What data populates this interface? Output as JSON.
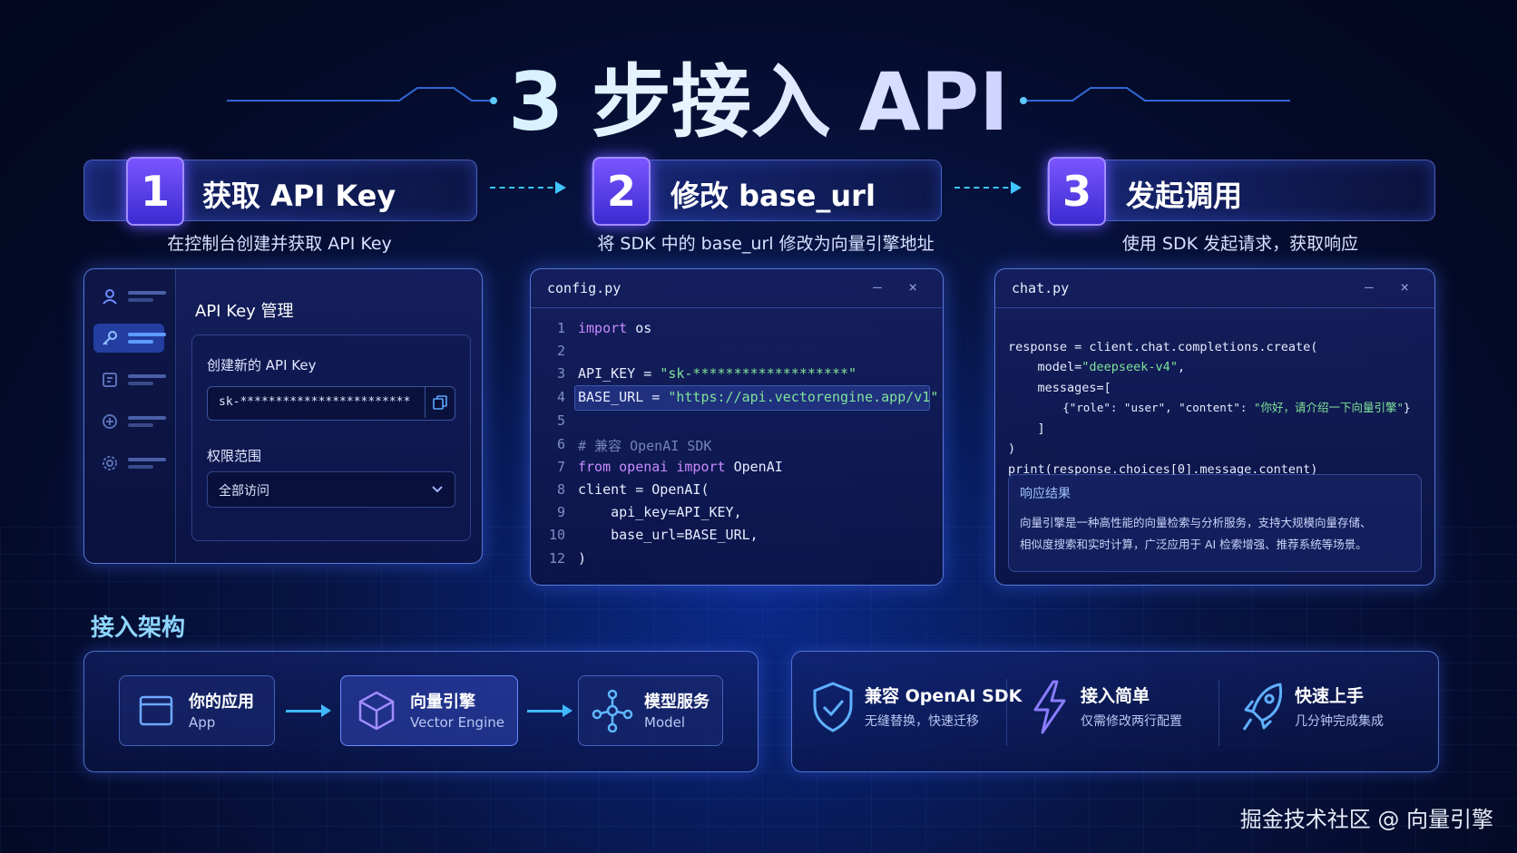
{
  "title": "3 步接入 API",
  "steps": [
    {
      "num": "1",
      "label": "获取 API Key",
      "desc": "在控制台创建并获取 API Key"
    },
    {
      "num": "2",
      "label": "修改 base_url",
      "desc": "将 SDK 中的 base_url 修改为向量引擎地址"
    },
    {
      "num": "3",
      "label": "发起调用",
      "desc": "使用 SDK 发起请求，获取响应"
    }
  ],
  "apikey_panel": {
    "heading": "API Key 管理",
    "create_label": "创建新的 API Key",
    "key_value": "sk-************************",
    "scope_label": "权限范围",
    "scope_value": "全部访问"
  },
  "config_panel": {
    "filename": "config.py",
    "line_numbers": [
      "1",
      "2",
      "3",
      "4",
      "5",
      "6",
      "7",
      "8",
      "9",
      "10",
      "12"
    ],
    "l1_kw": "import",
    "l1_rest": " os",
    "l3_a": "API_KEY = ",
    "l3_str": "\"sk-*******************\"",
    "l4_a": "BASE_URL = ",
    "l4_str": "\"https://api.vectorengine.app/v1\"",
    "l6": "# 兼容 OpenAI SDK",
    "l7_kw1": "from",
    "l7_mod": " openai ",
    "l7_kw2": "import",
    "l7_rest": " OpenAI",
    "l8": "client = OpenAI(",
    "l9": "    api_key=API_KEY,",
    "l10": "    base_url=BASE_URL,",
    "l12": ")"
  },
  "chat_panel": {
    "filename": "chat.py",
    "c1": "response = client.chat.completions.create(",
    "c2_a": "    model=",
    "c2_str": "\"deepseek-v4\"",
    "c2_b": ",",
    "c3": "    messages=[",
    "c4_a": "        {\"role\": \"user\", \"content\": ",
    "c4_str": "\"你好，请介绍一下向量引擎\"",
    "c4_b": "}",
    "c5": "    ]",
    "c6": ")",
    "c7": "print(response.choices[0].message.content)",
    "result_title": "响应结果",
    "result_line1": "向量引擎是一种高性能的向量检索与分析服务，支持大规模向量存储、",
    "result_line2": "相似度搜索和实时计算，广泛应用于 AI 检索增强、推荐系统等场景。"
  },
  "arch": {
    "heading": "接入架构",
    "nodes": [
      {
        "title": "你的应用",
        "sub": "App",
        "icon": "app-window-icon"
      },
      {
        "title": "向量引擎",
        "sub": "Vector Engine",
        "icon": "cube-icon"
      },
      {
        "title": "模型服务",
        "sub": "Model",
        "icon": "network-icon"
      }
    ]
  },
  "features": [
    {
      "title": "兼容 OpenAI SDK",
      "sub": "无缝替换，快速迁移",
      "icon": "shield-check-icon"
    },
    {
      "title": "接入简单",
      "sub": "仅需修改两行配置",
      "icon": "lightning-icon"
    },
    {
      "title": "快速上手",
      "sub": "几分钟完成集成",
      "icon": "rocket-icon"
    }
  ],
  "window_controls": "– ×",
  "watermark": "掘金技术社区 @ 向量引擎",
  "colors": {
    "accent": "#3fc4ff",
    "purple": "#6a55ff",
    "string": "#7fe39a",
    "keyword": "#c98bff"
  }
}
